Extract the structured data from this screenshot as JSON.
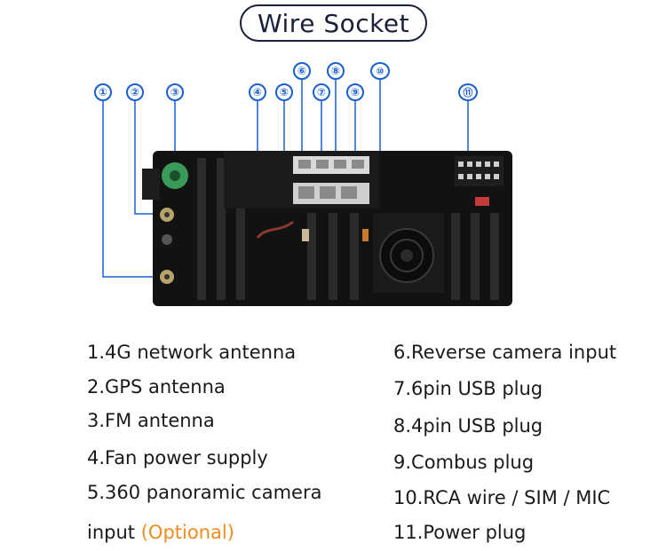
{
  "title": "Wire Socket",
  "callouts": [
    "①",
    "②",
    "③",
    "④",
    "⑤",
    "⑥",
    "⑦",
    "⑧",
    "⑨",
    "⑩",
    "⑪"
  ],
  "legend_left": [
    "1.4G network antenna",
    "2.GPS antenna",
    "3.FM antenna",
    "4.Fan power supply",
    "5.360 panoramic camera"
  ],
  "legend_left_last": {
    "text": "input",
    "note": "(Optional)"
  },
  "legend_right": [
    "6.Reverse camera input",
    "7.6pin USB plug",
    "8.4pin USB plug",
    "9.Combus plug",
    "10.RCA wire / SIM / MIC",
    "11.Power plug"
  ],
  "colors": {
    "callout": "#1a5fd6",
    "optional": "#f08c1e",
    "title": "#1b1f3a"
  }
}
